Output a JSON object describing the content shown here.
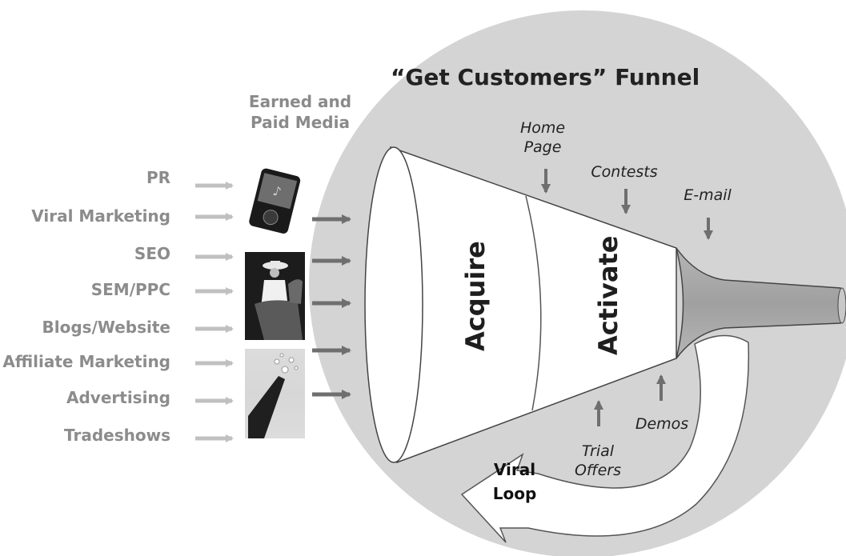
{
  "title": "“Get Customers” Funnel",
  "media_header": [
    "Earned and",
    "Paid Media"
  ],
  "media_channels": [
    "PR",
    "Viral Marketing",
    "SEO",
    "SEM/PPC",
    "Blogs/Website",
    "Affiliate Marketing",
    "Advertising",
    "Tradeshows"
  ],
  "funnel": {
    "stages": [
      "Acquire",
      "Activate"
    ]
  },
  "top_inputs": {
    "home_page": [
      "Home",
      "Page"
    ],
    "contests": "Contests",
    "email": "E-mail"
  },
  "bottom_inputs": {
    "trial_offers": [
      "Trial",
      "Offers"
    ],
    "demos": "Demos"
  },
  "viral_loop": [
    "Viral",
    "Loop"
  ],
  "colors": {
    "circle": "#d4d4d4",
    "funnel_body": "#ffffff",
    "funnel_spout": "#a9a9a9",
    "channel_text": "#8c8c8c",
    "arrow_light": "#c0c0c0",
    "arrow_dark": "#777777"
  },
  "images": [
    "mp3-player-photo",
    "cowboy-on-horse-photo",
    "champagne-bottle-photo"
  ]
}
